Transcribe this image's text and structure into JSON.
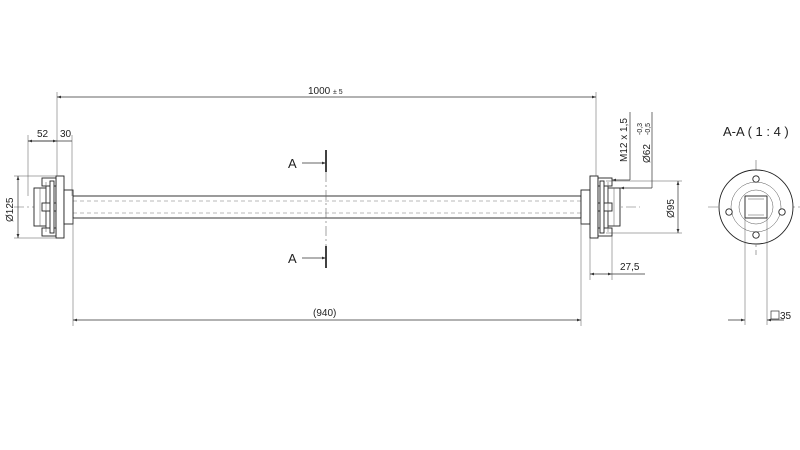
{
  "dimensions": {
    "overall_length": "1000",
    "overall_tolerance": "± 5",
    "offset_left": "52",
    "offset_right": "30",
    "flange_diameter": "Ø125",
    "thread": "M12 x 1,5",
    "bearing_diameter": "Ø62",
    "bearing_tol_upper": "-0,3",
    "bearing_tol_lower": "-0,5",
    "bolt_circle": "Ø95",
    "hub_width": "27,5",
    "tube_length": "(940)",
    "square_size": "35"
  },
  "section": {
    "marker_top": "A",
    "marker_bottom": "A",
    "title": "A-A ( 1 : 4 )"
  }
}
